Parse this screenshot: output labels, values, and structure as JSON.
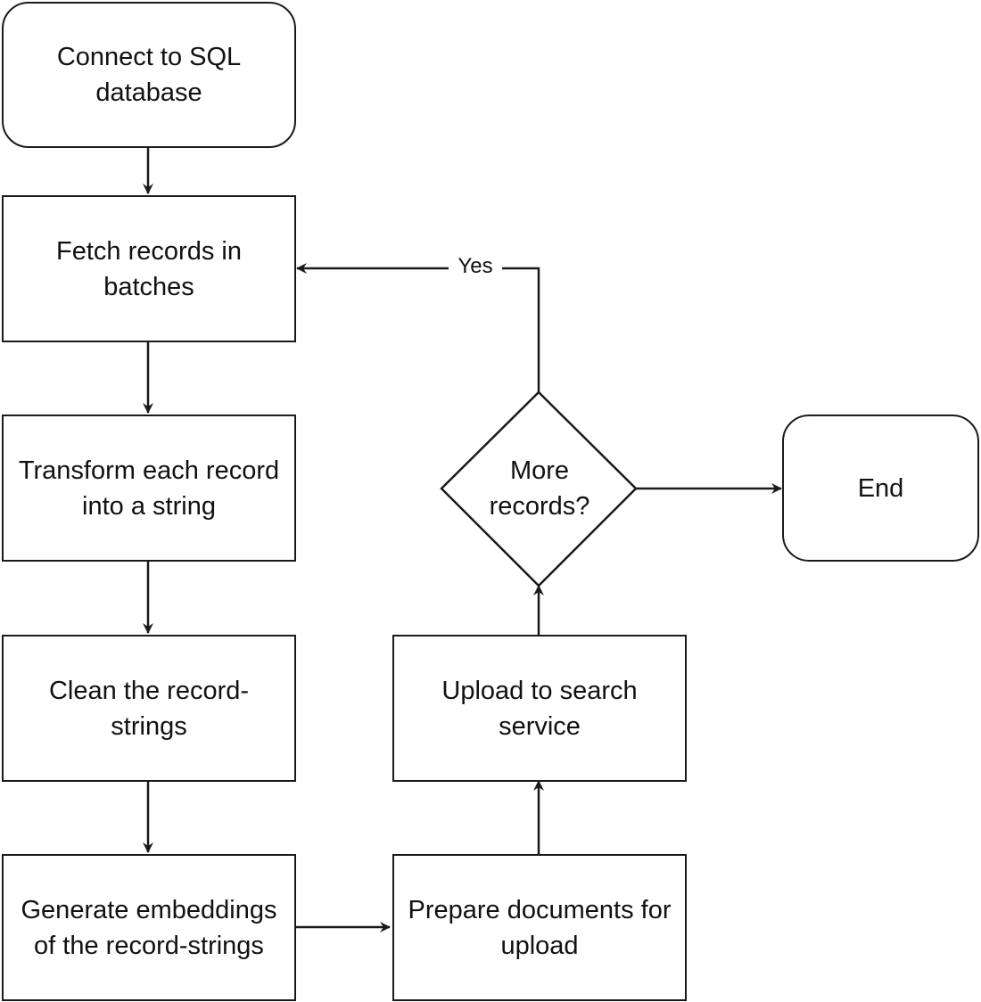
{
  "nodes": {
    "connect": "Connect to SQL database",
    "fetch": "Fetch records in batches",
    "transform": "Transform each record into a string",
    "clean": "Clean the record-strings",
    "embed": "Generate embeddings of the record-strings",
    "prepare": "Prepare documents for upload",
    "upload": "Upload to search service",
    "decision": "More records?",
    "end": "End"
  },
  "edges": {
    "yes_label": "Yes"
  },
  "colors": {
    "stroke": "#1a1a1a",
    "background": "#ffffff",
    "text": "#111111"
  }
}
